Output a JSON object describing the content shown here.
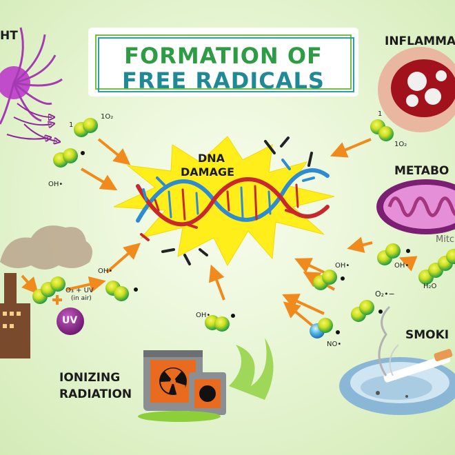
{
  "title": {
    "line1": "FORMATION OF",
    "line2": "FREE RADICALS"
  },
  "center": {
    "label_line1": "DNA",
    "label_line2": "DAMAGE"
  },
  "sources": {
    "sunlight": "HT",
    "inflammation": "INFLAMMA",
    "metabolism": "METABO",
    "mitochondria": "Mitc",
    "smoking": "SMOKI",
    "ionizing_line1": "IONIZING",
    "ionizing_line2": "RADIATION"
  },
  "molecules": {
    "singlet_oxygen_left": {
      "a": "1",
      "b": "1O₂"
    },
    "singlet_oxygen_right": {
      "a": "1",
      "b": "1O₂"
    },
    "hydroxyl": "OH•",
    "ozone_uv_line1": "O₃ + UV",
    "ozone_uv_line2": "(in air)",
    "uv": "UV",
    "superoxide": "O₂•−",
    "nitric_oxide": "NO•",
    "water_partial": "H₂O"
  },
  "colors": {
    "title_green": "#2e9b45",
    "title_teal": "#1f8a95",
    "arrow": "#f08a1c",
    "burst": "#ffee1a",
    "radical_yellow": "#d9e01a",
    "radical_green": "#1fa34a",
    "uv_purple": "#8e2a8f"
  }
}
